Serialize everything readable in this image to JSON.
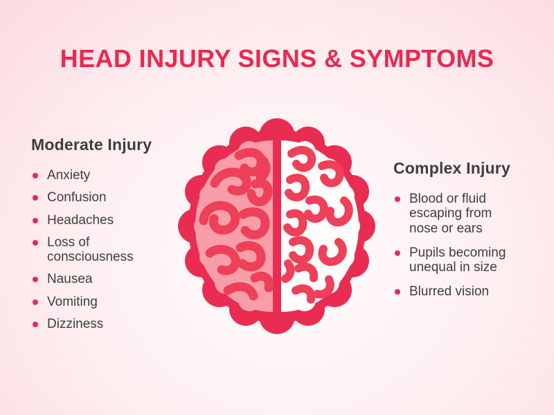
{
  "infographic": {
    "title": "HEAD INJURY SIGNS & SYMPTOMS"
  },
  "colors": {
    "title_red": "#ea2950",
    "text_dark": "#3e3d40",
    "bullet_red": "#e6295a",
    "bg_center": "#fffdfd",
    "bg_mid": "#feeef0",
    "bg_edge": "#fbdae0",
    "brain_red": "#e92c52",
    "brain_squiggle_red": "#ee4059",
    "brain_left_pink": "#f79ea8",
    "brain_right_white": "#fffcfc"
  },
  "moderate_injury": {
    "heading": "Moderate Injury",
    "items": [
      "Anxiety",
      "Confusion",
      "Headaches",
      "Loss of consciousness",
      "Nausea",
      "Vomiting",
      "Dizziness"
    ]
  },
  "complex_injury": {
    "heading": "Complex Injury",
    "items": [
      "Blood or fluid escaping from nose or ears",
      "Pupils becoming unequal in size",
      "Blurred vision"
    ]
  }
}
